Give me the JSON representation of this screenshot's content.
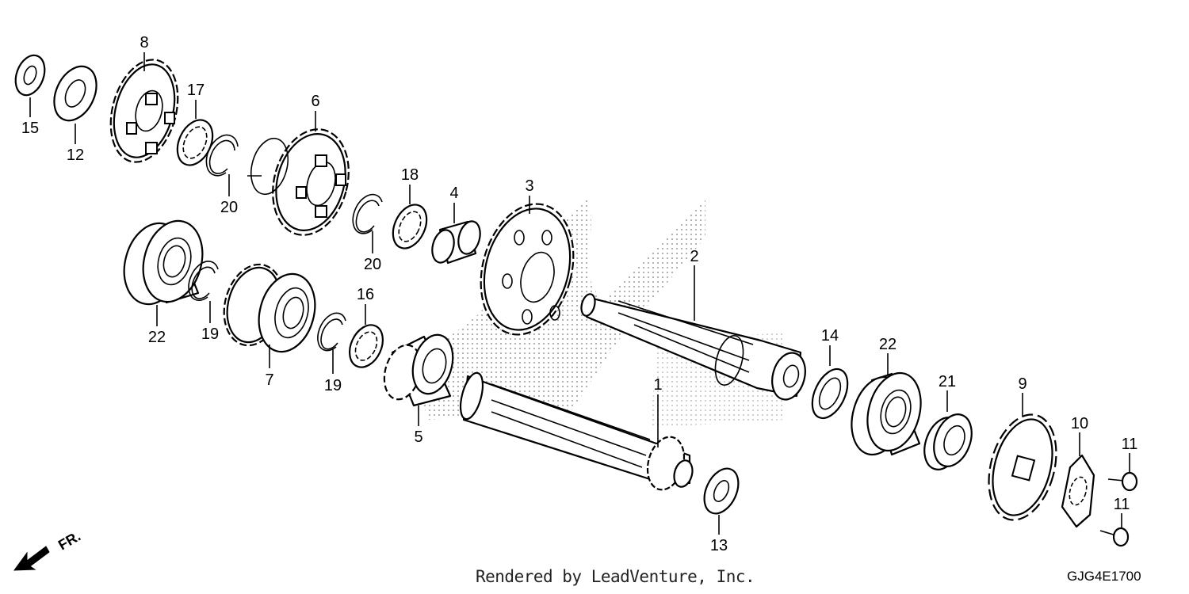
{
  "diagram": {
    "footer_credit": "Rendered by LeadVenture, Inc.",
    "code": "GJG4E1700",
    "direction_label": "FR.",
    "labels": {
      "p1": "1",
      "p2": "2",
      "p3": "3",
      "p4": "4",
      "p5": "5",
      "p6": "6",
      "p7": "7",
      "p8": "8",
      "p9": "9",
      "p10": "10",
      "p11a": "11",
      "p11b": "11",
      "p12": "12",
      "p13": "13",
      "p14": "14",
      "p15": "15",
      "p16": "16",
      "p17": "17",
      "p18": "18",
      "p19a": "19",
      "p19b": "19",
      "p20a": "20",
      "p20b": "20",
      "p21": "21",
      "p22a": "22",
      "p22b": "22"
    }
  }
}
